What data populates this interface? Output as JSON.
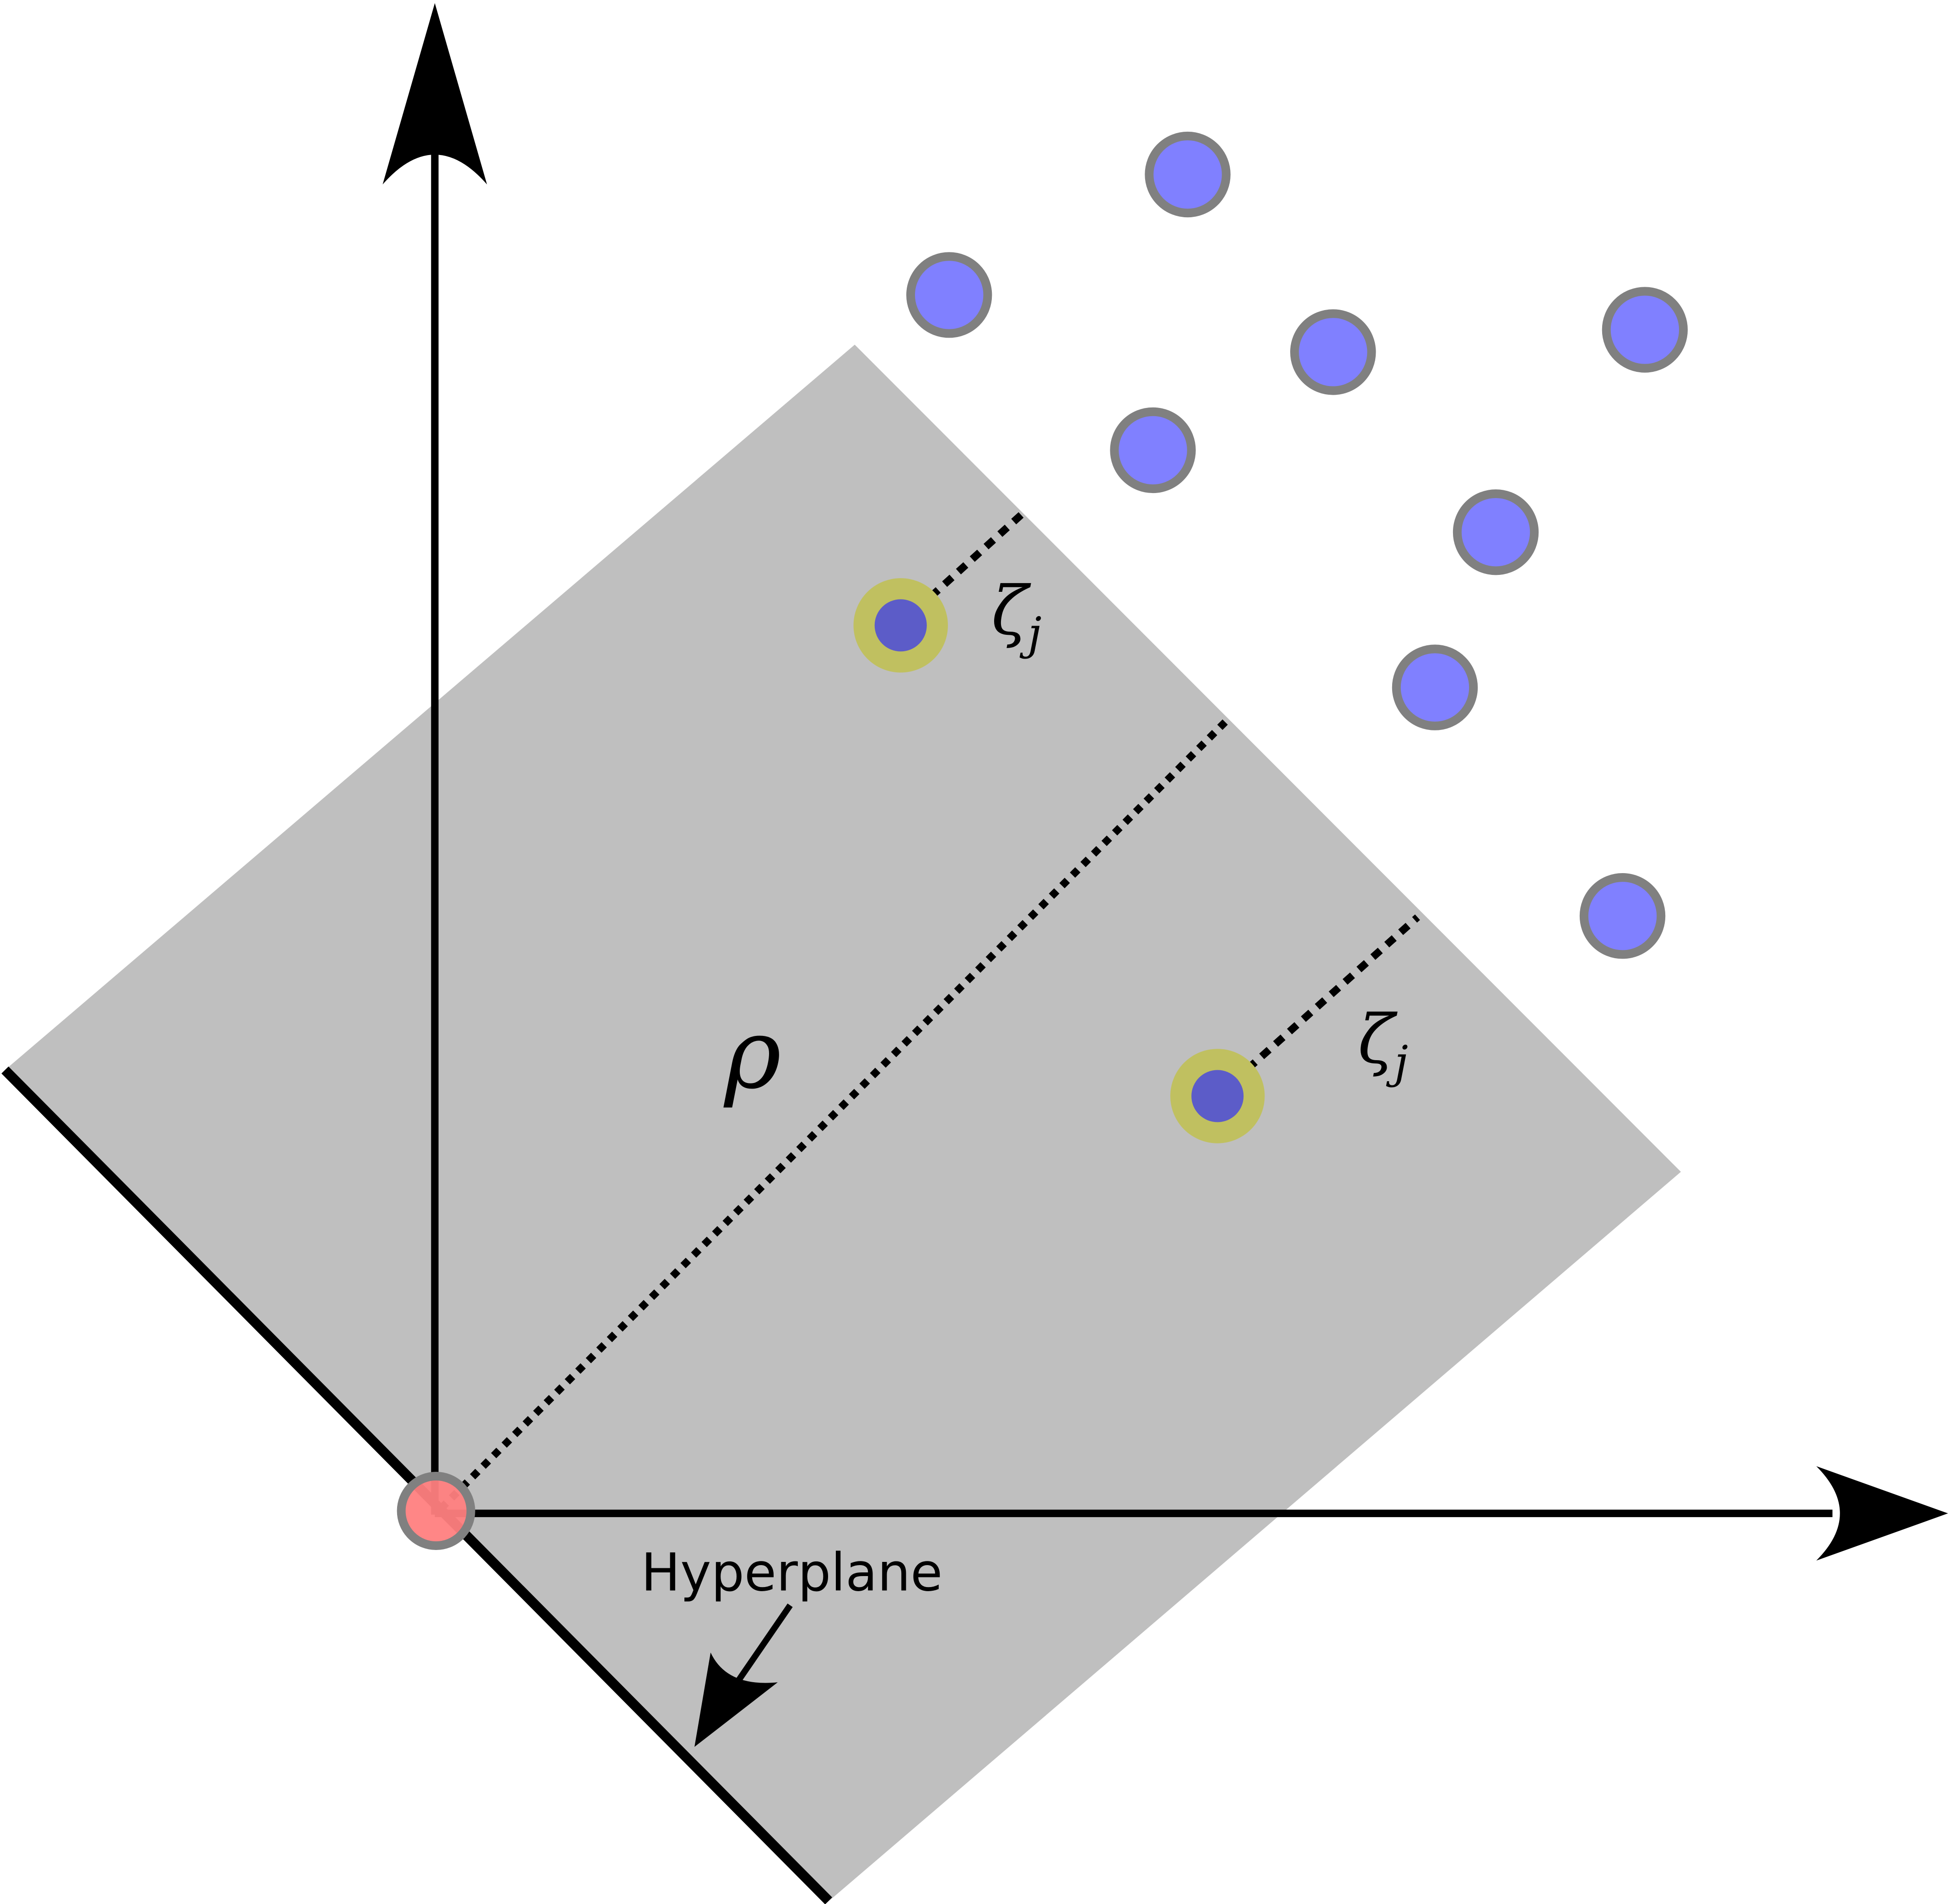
{
  "labels": {
    "rho": "ρ",
    "slack_symbol": "ζ",
    "slack_subscript": "j",
    "hyperplane": "Hyperplane"
  },
  "colors": {
    "background": "#ffffff",
    "margin_region": "#bfbfbf",
    "axis": "#000000",
    "point_fill": "#8080ff",
    "point_stroke": "#808080",
    "slack_point_halo": "#c0c060",
    "slack_point_fill": "#5c5cc8",
    "origin_fill": "#ff8080",
    "origin_stroke": "#808080"
  }
}
